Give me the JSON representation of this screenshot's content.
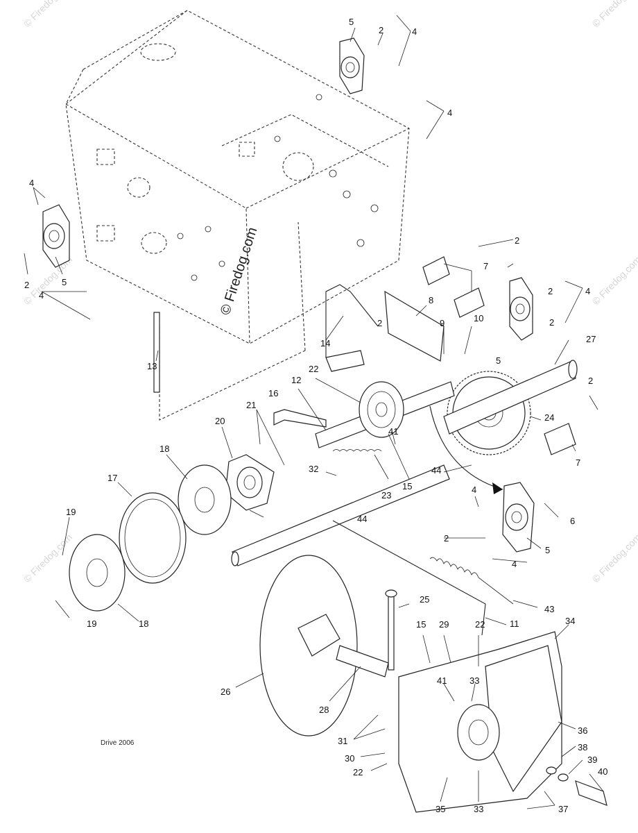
{
  "diagram": {
    "caption": "Drive 2006",
    "watermark": "© Firedog.com",
    "faint_watermark": "© Firedog.com",
    "part_labels": [
      {
        "id": "p5a",
        "text": "5"
      },
      {
        "id": "p2a",
        "text": "2"
      },
      {
        "id": "p4a",
        "text": "4"
      },
      {
        "id": "p4b",
        "text": "4"
      },
      {
        "id": "p4c",
        "text": "4"
      },
      {
        "id": "p2b",
        "text": "2"
      },
      {
        "id": "p5b",
        "text": "5"
      },
      {
        "id": "p4d",
        "text": "4"
      },
      {
        "id": "p13",
        "text": "13"
      },
      {
        "id": "p2c",
        "text": "2"
      },
      {
        "id": "p7a",
        "text": "7"
      },
      {
        "id": "p2d",
        "text": "2"
      },
      {
        "id": "p4e",
        "text": "4"
      },
      {
        "id": "p8",
        "text": "8"
      },
      {
        "id": "p2e",
        "text": "2"
      },
      {
        "id": "p2f",
        "text": "2"
      },
      {
        "id": "p9",
        "text": "9"
      },
      {
        "id": "p10",
        "text": "10"
      },
      {
        "id": "p14",
        "text": "14"
      },
      {
        "id": "p5c",
        "text": "5"
      },
      {
        "id": "p27",
        "text": "27"
      },
      {
        "id": "p22a",
        "text": "22"
      },
      {
        "id": "p12",
        "text": "12"
      },
      {
        "id": "p2g",
        "text": "2"
      },
      {
        "id": "p16",
        "text": "16"
      },
      {
        "id": "p21",
        "text": "21"
      },
      {
        "id": "p24",
        "text": "24"
      },
      {
        "id": "p20",
        "text": "20"
      },
      {
        "id": "p41a",
        "text": "41"
      },
      {
        "id": "p7b",
        "text": "7"
      },
      {
        "id": "p18a",
        "text": "18"
      },
      {
        "id": "p32",
        "text": "32"
      },
      {
        "id": "p15a",
        "text": "15"
      },
      {
        "id": "p44a",
        "text": "44"
      },
      {
        "id": "p17",
        "text": "17"
      },
      {
        "id": "p23",
        "text": "23"
      },
      {
        "id": "p4f",
        "text": "4"
      },
      {
        "id": "p6",
        "text": "6"
      },
      {
        "id": "p19a",
        "text": "19"
      },
      {
        "id": "p44b",
        "text": "44"
      },
      {
        "id": "p2h",
        "text": "2"
      },
      {
        "id": "p5d",
        "text": "5"
      },
      {
        "id": "p4g",
        "text": "4"
      },
      {
        "id": "p19b",
        "text": "19"
      },
      {
        "id": "p18b",
        "text": "18"
      },
      {
        "id": "p25",
        "text": "25"
      },
      {
        "id": "p43",
        "text": "43"
      },
      {
        "id": "p11",
        "text": "11"
      },
      {
        "id": "p34",
        "text": "34"
      },
      {
        "id": "p15b",
        "text": "15"
      },
      {
        "id": "p29",
        "text": "29"
      },
      {
        "id": "p22b",
        "text": "22"
      },
      {
        "id": "p41b",
        "text": "41"
      },
      {
        "id": "p33a",
        "text": "33"
      },
      {
        "id": "p26",
        "text": "26"
      },
      {
        "id": "p28",
        "text": "28"
      },
      {
        "id": "p36",
        "text": "36"
      },
      {
        "id": "p31",
        "text": "31"
      },
      {
        "id": "p38",
        "text": "38"
      },
      {
        "id": "p39",
        "text": "39"
      },
      {
        "id": "p30",
        "text": "30"
      },
      {
        "id": "p40",
        "text": "40"
      },
      {
        "id": "p22c",
        "text": "22"
      },
      {
        "id": "p35",
        "text": "35"
      },
      {
        "id": "p33b",
        "text": "33"
      },
      {
        "id": "p37",
        "text": "37"
      }
    ]
  }
}
